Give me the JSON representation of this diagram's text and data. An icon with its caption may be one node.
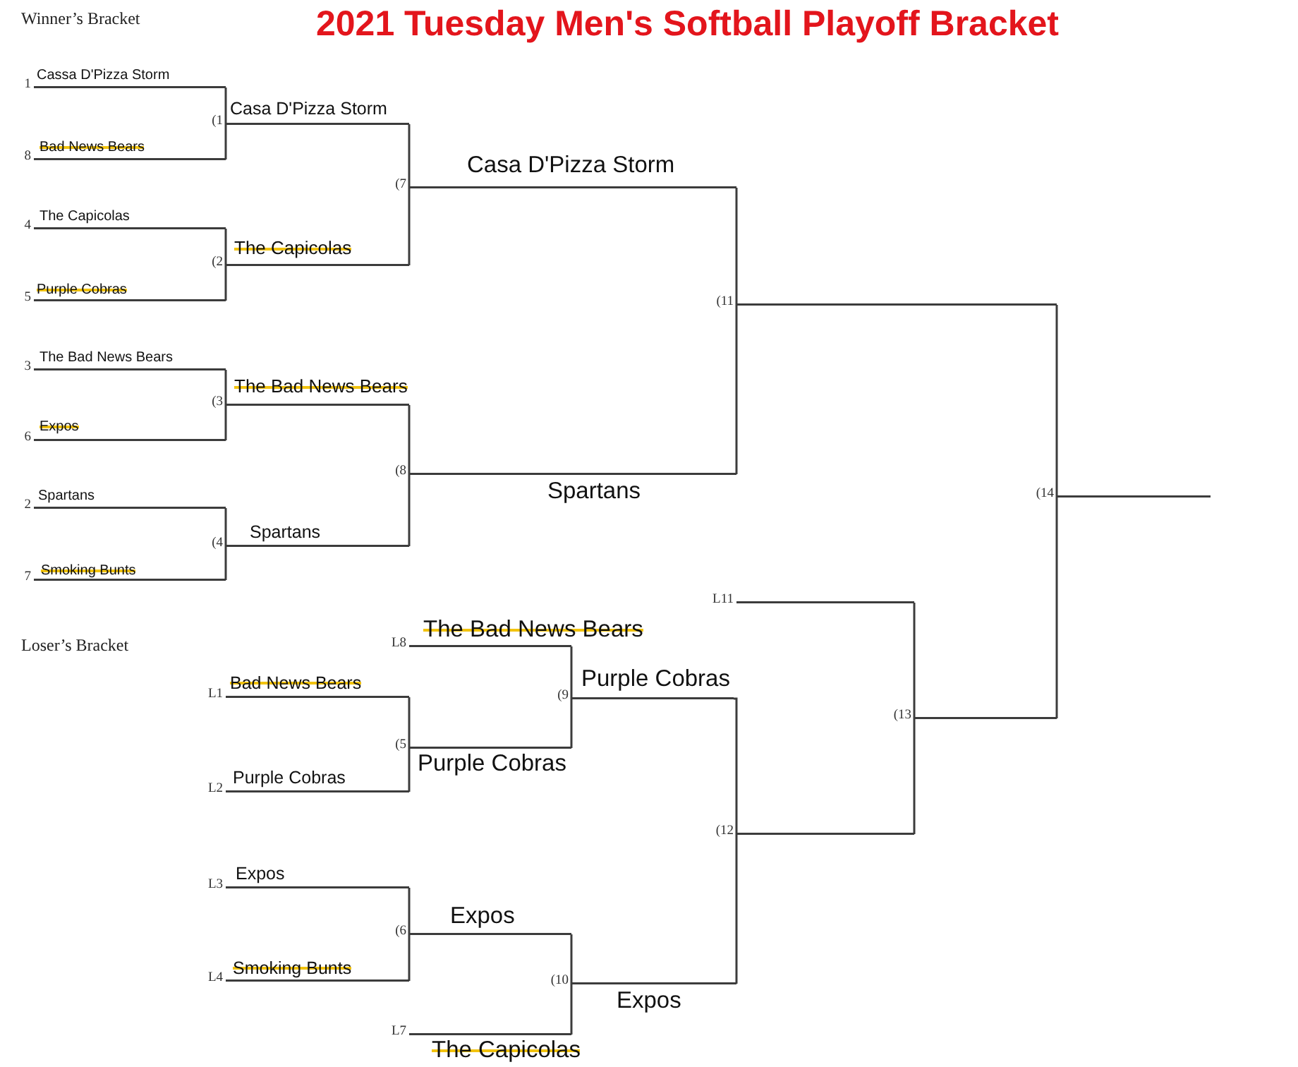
{
  "diagram": {
    "title": "2021 Tuesday Men's Softball Playoff Bracket",
    "nodes": [
      {
        "text": [
          "Cassa D'Pizza Storm"
        ],
        "beside": [
          "1"
        ]
      },
      {
        "text": [
          "Bad News Bears"
        ],
        "beside": [
          "8"
        ]
      },
      {
        "text": [
          "Casa D'Pizza Storm"
        ],
        "beside": [
          "(1"
        ]
      },
      {
        "text": [
          "The Capicolas"
        ],
        "beside": [
          "4"
        ]
      },
      {
        "text": [
          "Purple Cobras"
        ],
        "beside": [
          "5"
        ]
      },
      {
        "text": [
          "The Capicolas"
        ],
        "beside": [
          "(2"
        ]
      },
      {
        "text": [
          "Casa D'Pizza Storm"
        ],
        "beside": [
          "(7"
        ]
      },
      {
        "text": [
          "The Bad News Bears"
        ],
        "beside": [
          "3"
        ]
      },
      {
        "text": [
          "Expos"
        ],
        "beside": [
          "6"
        ]
      },
      {
        "text": [
          "The Bad News Bears"
        ],
        "beside": [
          "(3"
        ]
      },
      {
        "text": [
          "Spartans"
        ],
        "beside": [
          "2"
        ]
      },
      {
        "text": [
          "Smoking Bunts"
        ],
        "beside": [
          "7"
        ]
      },
      {
        "text": [
          "Spartans"
        ],
        "beside": [
          "(4"
        ]
      },
      {
        "text": [
          "Spartans"
        ],
        "beside": [
          "(8"
        ]
      },
      {
        "text": [],
        "shape": "line",
        "beside": [
          "(11"
        ]
      },
      {
        "text": [],
        "shape": "line",
        "beside": [
          "(14"
        ]
      },
      {
        "text": [
          "Bad News Bears"
        ],
        "beside": [
          "L1"
        ]
      },
      {
        "text": [
          "Purple Cobras"
        ],
        "beside": [
          "L2"
        ]
      },
      {
        "text": [
          "Purple Cobras"
        ],
        "beside": [
          "(5"
        ]
      },
      {
        "text": [
          "The Bad News Bears"
        ],
        "beside": [
          "L8"
        ]
      },
      {
        "text": [
          "Purple Cobras"
        ],
        "beside": [
          "(9"
        ]
      },
      {
        "text": [
          "Expos"
        ],
        "beside": [
          "L3"
        ]
      },
      {
        "text": [
          "Smoking Bunts"
        ],
        "beside": [
          "L4"
        ]
      },
      {
        "text": [
          "Expos"
        ],
        "beside": [
          "(6"
        ]
      },
      {
        "text": [
          "The Capicolas"
        ],
        "beside": [
          "L7"
        ]
      },
      {
        "text": [
          "Expos"
        ],
        "beside": [
          "(10"
        ]
      },
      {
        "text": [],
        "shape": "line",
        "beside": [
          "(12"
        ]
      },
      {
        "text": [],
        "shape": "line",
        "beside": [
          "L11"
        ]
      },
      {
        "text": [],
        "shape": "line",
        "beside": [
          "(13"
        ]
      }
    ],
    "edges": [
      {
        "from": 0,
        "to": 2,
        "arrow": "none"
      },
      {
        "from": 1,
        "to": 2,
        "arrow": "none"
      },
      {
        "from": 3,
        "to": 5,
        "arrow": "none"
      },
      {
        "from": 4,
        "to": 5,
        "arrow": "none"
      },
      {
        "from": 2,
        "to": 6,
        "arrow": "none"
      },
      {
        "from": 5,
        "to": 6,
        "arrow": "none"
      },
      {
        "from": 7,
        "to": 9,
        "arrow": "none"
      },
      {
        "from": 8,
        "to": 9,
        "arrow": "none"
      },
      {
        "from": 10,
        "to": 12,
        "arrow": "none"
      },
      {
        "from": 11,
        "to": 12,
        "arrow": "none"
      },
      {
        "from": 9,
        "to": 13,
        "arrow": "none"
      },
      {
        "from": 12,
        "to": 13,
        "arrow": "none"
      },
      {
        "from": 6,
        "to": 14,
        "arrow": "none"
      },
      {
        "from": 13,
        "to": 14,
        "arrow": "none"
      },
      {
        "from": 14,
        "to": 15,
        "arrow": "none"
      },
      {
        "from": 28,
        "to": 15,
        "arrow": "none"
      },
      {
        "from": 16,
        "to": 18,
        "arrow": "none"
      },
      {
        "from": 17,
        "to": 18,
        "arrow": "none"
      },
      {
        "from": 19,
        "to": 20,
        "arrow": "none"
      },
      {
        "from": 18,
        "to": 20,
        "arrow": "none"
      },
      {
        "from": 21,
        "to": 23,
        "arrow": "none"
      },
      {
        "from": 22,
        "to": 23,
        "arrow": "none"
      },
      {
        "from": 23,
        "to": 25,
        "arrow": "none"
      },
      {
        "from": 24,
        "to": 25,
        "arrow": "none"
      },
      {
        "from": 20,
        "to": 26,
        "arrow": "none"
      },
      {
        "from": 25,
        "to": 26,
        "arrow": "none"
      },
      {
        "from": 27,
        "to": 28,
        "arrow": "none"
      },
      {
        "from": 26,
        "to": 28,
        "arrow": "none"
      }
    ],
    "labels": [
      "Winner’s Bracket",
      "Loser’s Bracket"
    ]
  }
}
